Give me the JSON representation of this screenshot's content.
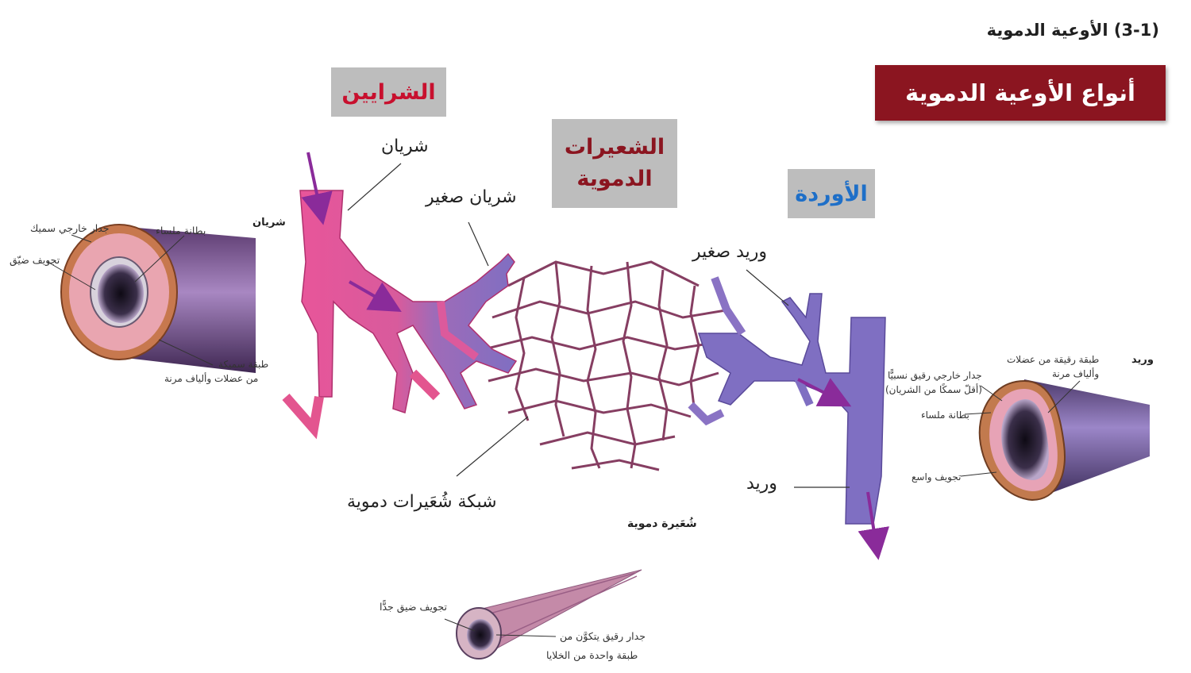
{
  "header": {
    "section_title": "(3-1) الأوعية الدموية",
    "main_title": "أنواع الأوعية الدموية"
  },
  "category_boxes": {
    "arteries": "الشرايين",
    "capillaries": "الشعيرات الدموية",
    "veins": "الأوردة"
  },
  "colors": {
    "arteries": "#c8102e",
    "capillaries": "#8b1520",
    "veins": "#1e6fc8",
    "title_bg": "#8b1520",
    "artery_vessel": "#e3558f",
    "vein_vessel": "#7f6fc2",
    "arrow": "#8a2b9a"
  },
  "diagram_labels": {
    "artery": "شريان",
    "arteriole": "شريان صغير",
    "venule": "وريد صغير",
    "vein": "وريد",
    "capillary_network": "شبكة شُعَيرات دموية",
    "capillary": "شُعَيرة دموية"
  },
  "artery_section": {
    "heading": "شريان",
    "outer_wall": "جدار خارجي سميك",
    "smooth_lining": "بطانة ملساء",
    "narrow_lumen": "تجويف ضيّق",
    "thick_layer_1": "طبقة سميكة",
    "thick_layer_2": "من عضلات وألياف مرنة"
  },
  "vein_section": {
    "heading": "وريد",
    "thin_layer_1": "طبقة رقيقة من عضلات",
    "thin_layer_2": "وألياف مرنة",
    "outer_wall_1": "جدار خارجي رقيق نسبيًّا",
    "outer_wall_2": "(أقلّ سمكًا من الشريان)",
    "smooth_lining": "بطانة ملساء",
    "wide_lumen": "تجويف واسع"
  },
  "capillary_section": {
    "narrow_lumen": "تجويف ضيق جدًّا",
    "thin_wall_1": "جدار رقيق يتكوَّن من",
    "thin_wall_2": "طبقة واحدة من الخلايا"
  }
}
